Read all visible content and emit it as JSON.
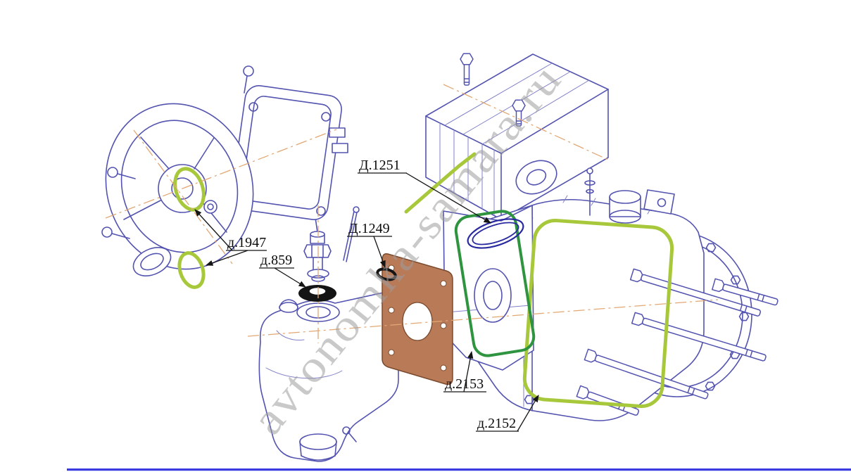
{
  "diagram": {
    "type": "exploded-parts-diagram",
    "watermark": "avtonomka-samara.ru",
    "labels": {
      "d1251": "Д.1251",
      "d1249": "Д.1249",
      "d1947": "д.1947",
      "d859": "д.859",
      "d2153": "д.2153",
      "d2152": "д.2152"
    },
    "colors": {
      "line_art_blue": "#5353b0",
      "gasket_yellow_green": "#a8c83c",
      "gasket_dark_green": "#2e9440",
      "oring_blue": "#2a2aa0",
      "oring_black": "#141414",
      "plate_brown": "#b97a57",
      "centerline_tan": "#e2a874",
      "watermark_gray": "#9e9e9e",
      "label_black": "#111111",
      "bottom_line_blue": "#3a3ae0"
    }
  }
}
